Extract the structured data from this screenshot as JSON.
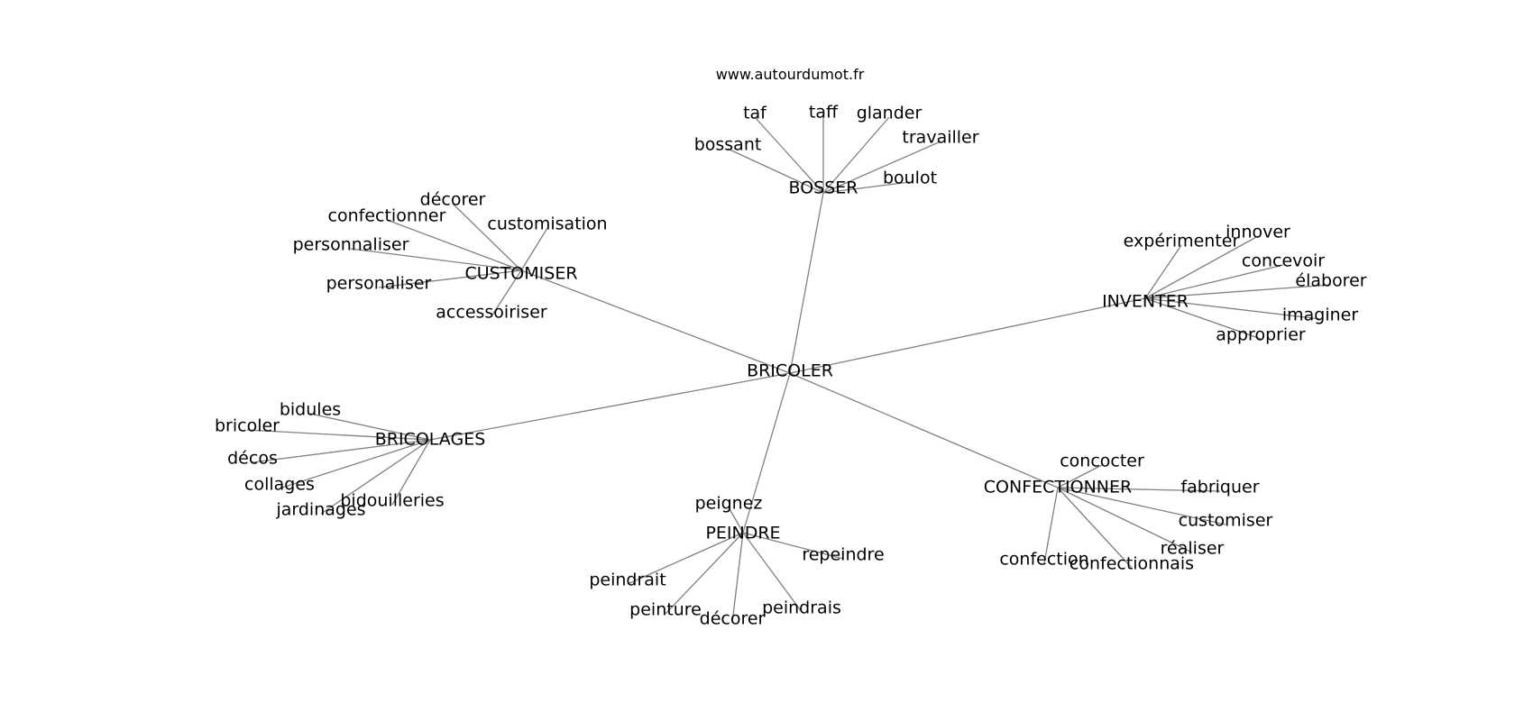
{
  "source": "www.autourdumot.fr",
  "center": "BRICOLER",
  "groups": [
    {
      "hub": "BOSSER",
      "leaves": [
        "taf",
        "taff",
        "glander",
        "bossant",
        "travailler",
        "boulot"
      ]
    },
    {
      "hub": "CUSTOMISER",
      "leaves": [
        "décorer",
        "confectionner",
        "customisation",
        "personnaliser",
        "personaliser",
        "accessoiriser"
      ]
    },
    {
      "hub": "INVENTER",
      "leaves": [
        "expérimenter",
        "innover",
        "concevoir",
        "élaborer",
        "imaginer",
        "approprier"
      ]
    },
    {
      "hub": "BRICOLAGES",
      "leaves": [
        "bidules",
        "bricoler",
        "décos",
        "collages",
        "bidouilleries",
        "jardinages"
      ]
    },
    {
      "hub": "PEINDRE",
      "leaves": [
        "peignez",
        "repeindre",
        "peindrait",
        "peinture",
        "décorer",
        "peindrais"
      ]
    },
    {
      "hub": "CONFECTIONNER",
      "leaves": [
        "concocter",
        "fabriquer",
        "customiser",
        "réaliser",
        "confection",
        "confectionnais"
      ]
    }
  ]
}
